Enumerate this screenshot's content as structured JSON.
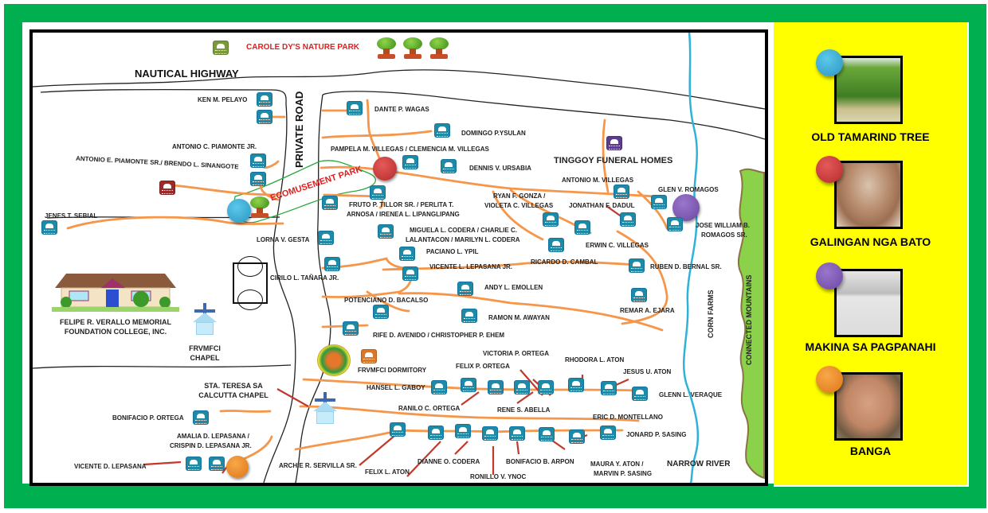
{
  "map": {
    "roads": {
      "highway": "NAUTICAL HIGHWAY",
      "private_road": "PRIVATE ROAD",
      "river": "NARROW RIVER"
    },
    "landmarks": {
      "nature_park": "CAROLE DY'S NATURE PARK",
      "ecomusement_park": "ECOMUSEMENT PARK",
      "funeral_homes": "TINGGOY FUNERAL HOMES",
      "college": "FELIPE R. VERALLO MEMORIAL FOUNDATION COLLEGE, INC.",
      "college_line1": "FELIPE R. VERALLO MEMORIAL",
      "college_line2": "FOUNDATION COLLEGE, INC.",
      "chapel_line1": "FRVMFCI",
      "chapel_line2": "CHAPEL",
      "dormitory": "FRVMFCI DORMITORY",
      "sta_teresa_line1": "STA. TERESA SA",
      "sta_teresa_line2": "CALCUTTA CHAPEL",
      "corn_farms": "CORN FARMS",
      "mountains": "CONNECTED MOUNTAINS"
    },
    "residents": [
      "KEN M. PELAYO",
      "ANTONIO C. PIAMONTE JR.",
      "ANTONIO E. PIAMONTE SR./ BRENDO L. SINANGOTE",
      "JENES T. SEBIAL",
      "DANTE P. WAGAS",
      "DOMINGO P.YSULAN",
      "PAMPELA M. VILLEGAS / CLEMENCIA M. VILLEGAS",
      "DENNIS V. URSABIA",
      "FRUTO P. TILLOR SR. / PERLITA T.",
      "ARNOSA / IRENEA L. LIPANGLIPANG",
      "LORNA V. GESTA",
      "MIGUELA L. CODERA / CHARLIE C.",
      "LALANTACON / MARILYN L. CODERA",
      "CIRILO L. TAÑARA JR.",
      "PACIANO L. YPIL",
      "VICENTE L. LEPASANA JR.",
      "ANDY L. EMOLLEN",
      "POTENCIANO D. BACALSO",
      "RAMON M. AWAYAN",
      "RIFE D. AVENIDO / CHRISTOPHER P. EHEM",
      "ANTONIO M. VILLEGAS",
      "GLEN V. ROMAGOS",
      "RYAN F. GONZA /",
      "VIOLETA C. VILLEGAS",
      "JONATHAN F. DADUL",
      "JOSE WILLIAM B.",
      "ROMAGOS SR.",
      "ERWIN C. VILLEGAS",
      "RICARDO D. CAMBAL",
      "RUBEN D. BERNAL SR.",
      "REMAR A. EJARA",
      "VICTORIA P. ORTEGA",
      "FELIX P. ORTEGA",
      "RHODORA L. ATON",
      "JESUS U. ATON",
      "HANSEL L. GABOY",
      "GLENN L. VERAQUE",
      "RANILO C. ORTEGA",
      "RENE S. ABELLA",
      "ERIC D. MONTELLANO",
      "JONARD P. SASING",
      "BONIFACIO P. ORTEGA",
      "AMALIA D. LEPASANA /",
      "CRISPIN D. LEPASANA JR.",
      "VICENTE D. LEPASANA",
      "ARCHIE R. SERVILLA SR.",
      "FELIX L. ATON",
      "DIANNE O. CODERA",
      "RONILLO V. YNOC",
      "BONIFACIO B. ARPON",
      "MAURA Y. ATON /",
      "MARVIN P. SASING"
    ]
  },
  "legend": {
    "items": [
      {
        "label": "OLD TAMARIND TREE",
        "color": "#2aa6cf"
      },
      {
        "label": "GALINGAN NGA BATO",
        "color": "#c8363a"
      },
      {
        "label": "MAKINA SA PAGPANAHI",
        "color": "#7b55b0"
      },
      {
        "label": "BANGA",
        "color": "#f08a24"
      }
    ]
  },
  "colors": {
    "frame": "#00b050",
    "legend_bg": "#ffff00",
    "road_path": "#f5964a",
    "house": "#1e8aa6",
    "river": "#2fb2d8",
    "mountain": "#8bd14a"
  }
}
